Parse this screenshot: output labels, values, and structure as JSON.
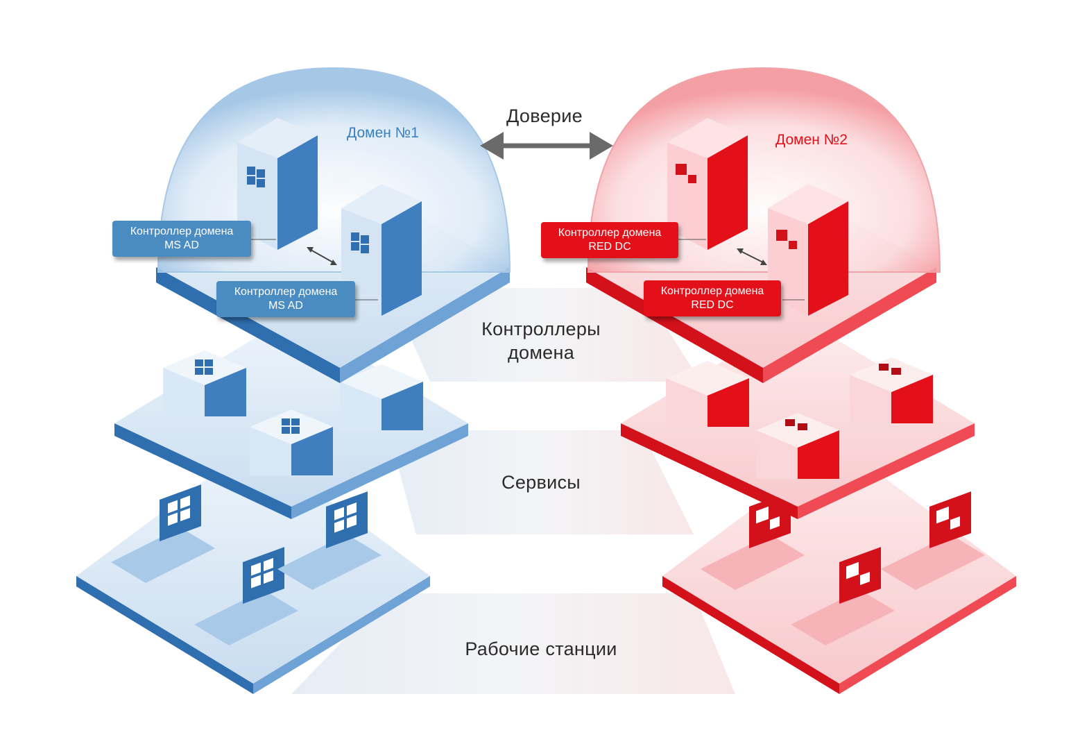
{
  "trust": {
    "label": "Доверие"
  },
  "domains": [
    {
      "title": "Домен №1",
      "color": "#3a7fc0",
      "os_icon": "windows-logo-icon",
      "callouts": [
        "Контроллер домена\nMS AD",
        "Контроллер домена\nMS AD"
      ]
    },
    {
      "title": "Домен №2",
      "color": "#e3101a",
      "os_icon": "red-os-logo-icon",
      "callouts": [
        "Контроллер домена\nRED DC",
        "Контроллер домена\nRED DC"
      ]
    }
  ],
  "layers": [
    {
      "label": "Контроллеры\nдомена"
    },
    {
      "label": "Сервисы"
    },
    {
      "label": "Рабочие станции"
    }
  ],
  "colors": {
    "blue_dark": "#2f6fb0",
    "blue_light": "#cfe1f3",
    "red_dark": "#d3111b",
    "red_light": "#fbd0d3",
    "band": "#e9ecf1"
  }
}
